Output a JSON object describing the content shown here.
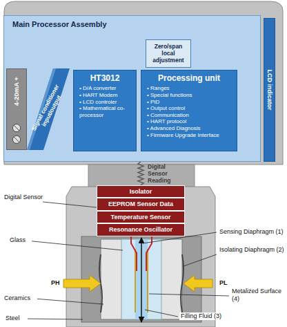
{
  "diagram": {
    "nodes": [
      {
        "text": [
          "Main Processor Assembly"
        ]
      },
      {
        "text": [
          "Zero/span local adjustment"
        ],
        "in": 0
      },
      {
        "text": [
          "4-20mA +"
        ],
        "in": 0
      },
      {
        "text": [
          "Signal conditioner input/output"
        ],
        "in": 0
      },
      {
        "text": [
          "HT3012",
          "• D/A converter",
          "• HART Modem",
          "• LCD controler",
          "• Mathematical co-processor"
        ],
        "in": 0
      },
      {
        "text": [
          "Processing unit",
          "• Ranges",
          "• Special functions",
          "• PID",
          "• Output control",
          "• Communication",
          "• HART protocol",
          "• Advanced Diagnosis",
          "• Firmware Upgrade Interface"
        ],
        "in": 0
      },
      {
        "text": [
          "LCD indicator"
        ]
      },
      {
        "text": [
          "Isolator"
        ]
      },
      {
        "text": [
          "EEPROM Sensor Data"
        ]
      },
      {
        "text": [
          "Temperature Sensor"
        ]
      },
      {
        "text": [
          "Resonance Oscillator"
        ]
      }
    ],
    "edges": [
      {
        "from": 7,
        "to": 0,
        "arrow": "none",
        "label": "Digital Sensor Reading"
      }
    ],
    "labels": [
      "Digital Sensor",
      "Glass",
      "Ceramics",
      "Steel",
      "PH",
      "PL",
      "Sensing Diaphragm (1)",
      "Isolating Diaphragm (2)",
      "Metalized Surface (4)",
      "Filling Fluid (3)"
    ]
  }
}
